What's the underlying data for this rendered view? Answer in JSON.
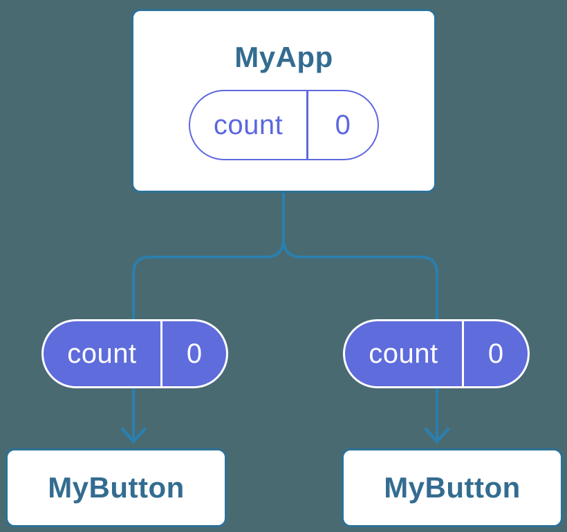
{
  "diagram": {
    "type": "react-component-tree",
    "colors": {
      "background": "#4a6a72",
      "line": "#2b7fad",
      "card_border": "#2d7196",
      "card_fill": "#ffffff",
      "title": "#336c90",
      "purple": "#5c67df",
      "pill_fill": "#5f6cdc",
      "pill_text_light": "#ffffff"
    },
    "root": {
      "title": "MyApp",
      "state": {
        "key": "count",
        "value": "0"
      }
    },
    "children": [
      {
        "title": "MyButton",
        "prop": {
          "key": "count",
          "value": "0"
        }
      },
      {
        "title": "MyButton",
        "prop": {
          "key": "count",
          "value": "0"
        }
      }
    ]
  }
}
